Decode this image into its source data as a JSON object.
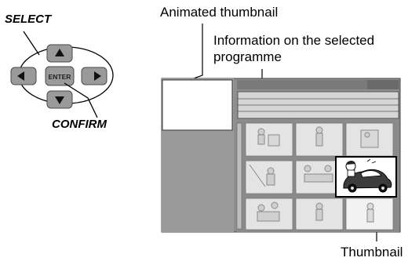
{
  "remote": {
    "select_label": "SELECT",
    "confirm_label": "CONFIRM",
    "enter_label": "ENTER"
  },
  "callouts": {
    "animated_thumbnail": "Animated thumbnail",
    "programme_info_line1": "Information on the selected",
    "programme_info_line2": "programme",
    "thumbnail": "Thumbnail"
  },
  "icons": {
    "up": "arrow-up-icon",
    "down": "arrow-down-icon",
    "left": "arrow-left-icon",
    "right": "arrow-right-icon"
  },
  "colors": {
    "frame_gray": "#8e8e8e",
    "panel_gray": "#9a9a9a",
    "header_bar": "#7a7a7a",
    "thumb_bg": "#e4e4e4",
    "selected_bg": "#ffffff"
  }
}
